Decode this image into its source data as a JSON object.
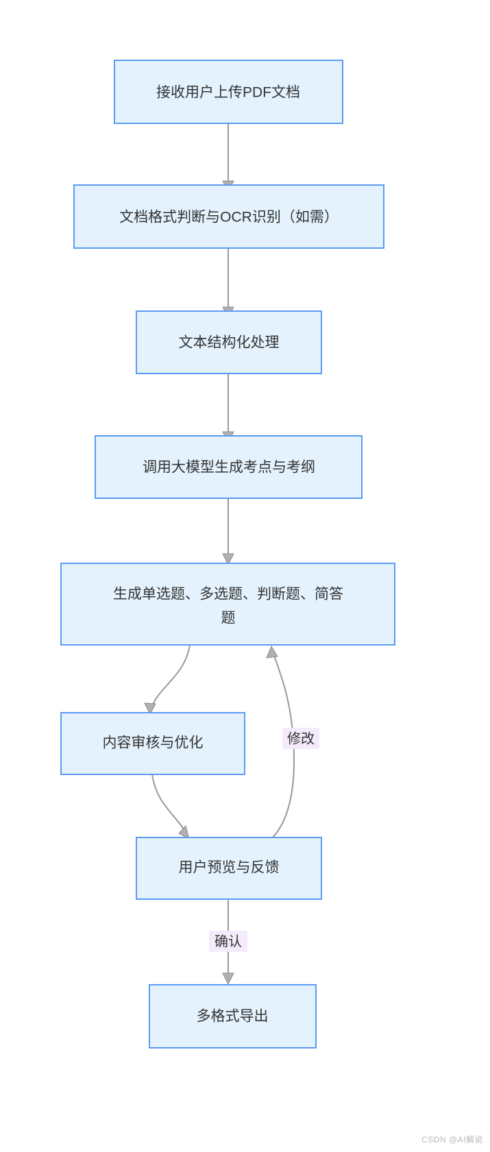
{
  "diagram": {
    "type": "flowchart",
    "direction": "top-to-bottom",
    "background": "#ffffff",
    "node_fill": "#e3f2fd",
    "node_stroke": "#5b9bf3",
    "edge_color": "#999999",
    "edge_label_bg": "#f3ebfb",
    "nodes": [
      {
        "id": "n1",
        "label": "接收用户上传PDF文档"
      },
      {
        "id": "n2",
        "label": "文档格式判断与OCR识别（如需）"
      },
      {
        "id": "n3",
        "label": "文本结构化处理"
      },
      {
        "id": "n4",
        "label": "调用大模型生成考点与考纲"
      },
      {
        "id": "n5",
        "label_line1": "生成单选题、多选题、判断题、简答",
        "label_line2": "题",
        "label": "生成单选题、多选题、判断题、简答题"
      },
      {
        "id": "n6",
        "label": "内容审核与优化"
      },
      {
        "id": "n7",
        "label": "用户预览与反馈"
      },
      {
        "id": "n8",
        "label": "多格式导出"
      }
    ],
    "edges": [
      {
        "from": "n1",
        "to": "n2",
        "label": ""
      },
      {
        "from": "n2",
        "to": "n3",
        "label": ""
      },
      {
        "from": "n3",
        "to": "n4",
        "label": ""
      },
      {
        "from": "n4",
        "to": "n5",
        "label": ""
      },
      {
        "from": "n5",
        "to": "n6",
        "label": ""
      },
      {
        "from": "n6",
        "to": "n7",
        "label": ""
      },
      {
        "from": "n7",
        "to": "n5",
        "label": "修改"
      },
      {
        "from": "n7",
        "to": "n8",
        "label": "确认"
      }
    ],
    "edge_labels": {
      "revise": "修改",
      "confirm": "确认"
    }
  },
  "watermark": {
    "text": "CSDN @AI解说"
  }
}
